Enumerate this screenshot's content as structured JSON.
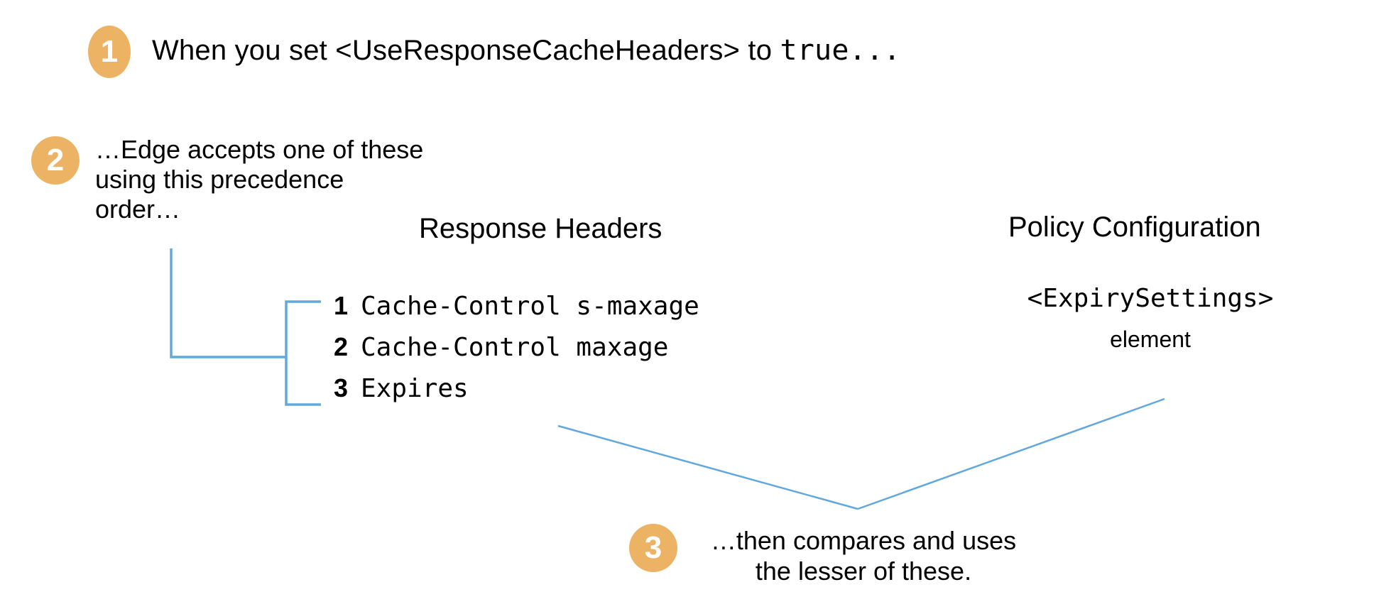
{
  "theme": {
    "badge_color": "#EBB363",
    "connector_color": "#62A8DC",
    "text_color": "#000000",
    "background": "#FFFFFF"
  },
  "steps": [
    {
      "number": "1",
      "text_plain": "When you set ",
      "text_code": "<UseResponseCacheHeaders>",
      "text_plain_2": " to ",
      "text_code_2": "true..."
    },
    {
      "number": "2",
      "line1": "…Edge accepts one of these",
      "line2": "using this precedence",
      "line3": "order…"
    },
    {
      "number": "3",
      "line1": "…then compares and uses",
      "line2": "the lesser of these."
    }
  ],
  "columns": {
    "response_headers": {
      "title": "Response Headers",
      "items": [
        {
          "num": "1",
          "label": "Cache-Control s-maxage"
        },
        {
          "num": "2",
          "label": "Cache-Control maxage"
        },
        {
          "num": "3",
          "label": "Expires"
        }
      ]
    },
    "policy_configuration": {
      "title": "Policy Configuration",
      "value": "<ExpirySettings>",
      "subtitle": "element"
    }
  }
}
